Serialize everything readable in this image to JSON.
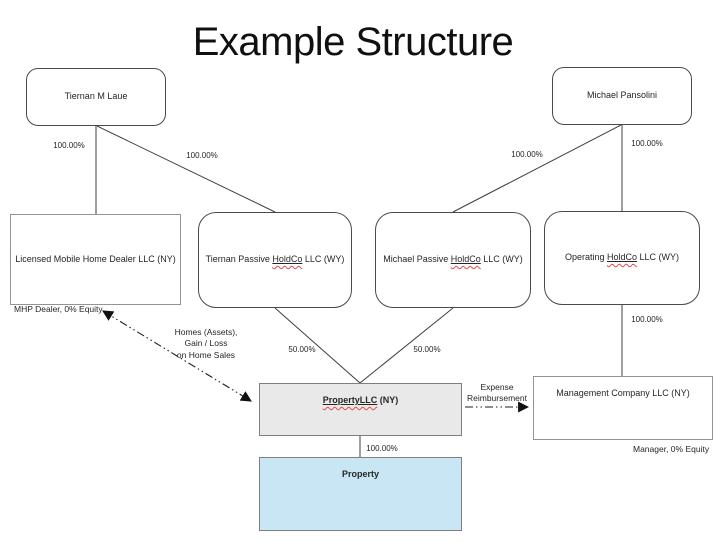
{
  "title": "Example Structure",
  "nodes": {
    "tiernan_laue": {
      "label": "Tiernan M Laue"
    },
    "michael_pansolini": {
      "label": "Michael Pansolini"
    },
    "licensed_dealer": {
      "label": "Licensed Mobile Home Dealer LLC (NY)"
    },
    "tiernan_passive": {
      "prefix": "Tiernan Passive ",
      "misspelled": "HoldCo",
      "suffix": " LLC (WY)"
    },
    "michael_passive": {
      "prefix": "Michael Passive ",
      "misspelled": "HoldCo",
      "suffix": " LLC (WY)"
    },
    "operating_holdco": {
      "prefix": "Operating ",
      "misspelled": "HoldCo",
      "suffix": " LLC (WY)"
    },
    "property_llc": {
      "misspelled": "PropertyLLC",
      "suffix": " (NY)"
    },
    "management_co": {
      "label": "Management Company LLC (NY)"
    },
    "property": {
      "label": "Property"
    }
  },
  "edge_labels": {
    "laue_to_dealer": "100.00%",
    "laue_to_tiernan_passive": "100.00%",
    "pansolini_to_michael_passive": "100.00%",
    "pansolini_to_operating": "100.00%",
    "tiernan_passive_to_propertyllc": "50.00%",
    "michael_passive_to_propertyllc": "50.00%",
    "operating_to_management": "100.00%",
    "propertyllc_to_property": "100.00%"
  },
  "annotations": {
    "mhp_dealer": "MHP Dealer, 0% Equity",
    "homes": "Homes (Assets),\nGain / Loss\non Home Sales",
    "expense": "Expense\nReimbursement",
    "manager": "Manager, 0% Equity"
  },
  "colors": {
    "property_fill": "#c8e6f4",
    "propertyllc_fill": "#e9e9e9",
    "connector": "#3f3f3f",
    "spellcheck_underline": "#dd4b4b"
  }
}
